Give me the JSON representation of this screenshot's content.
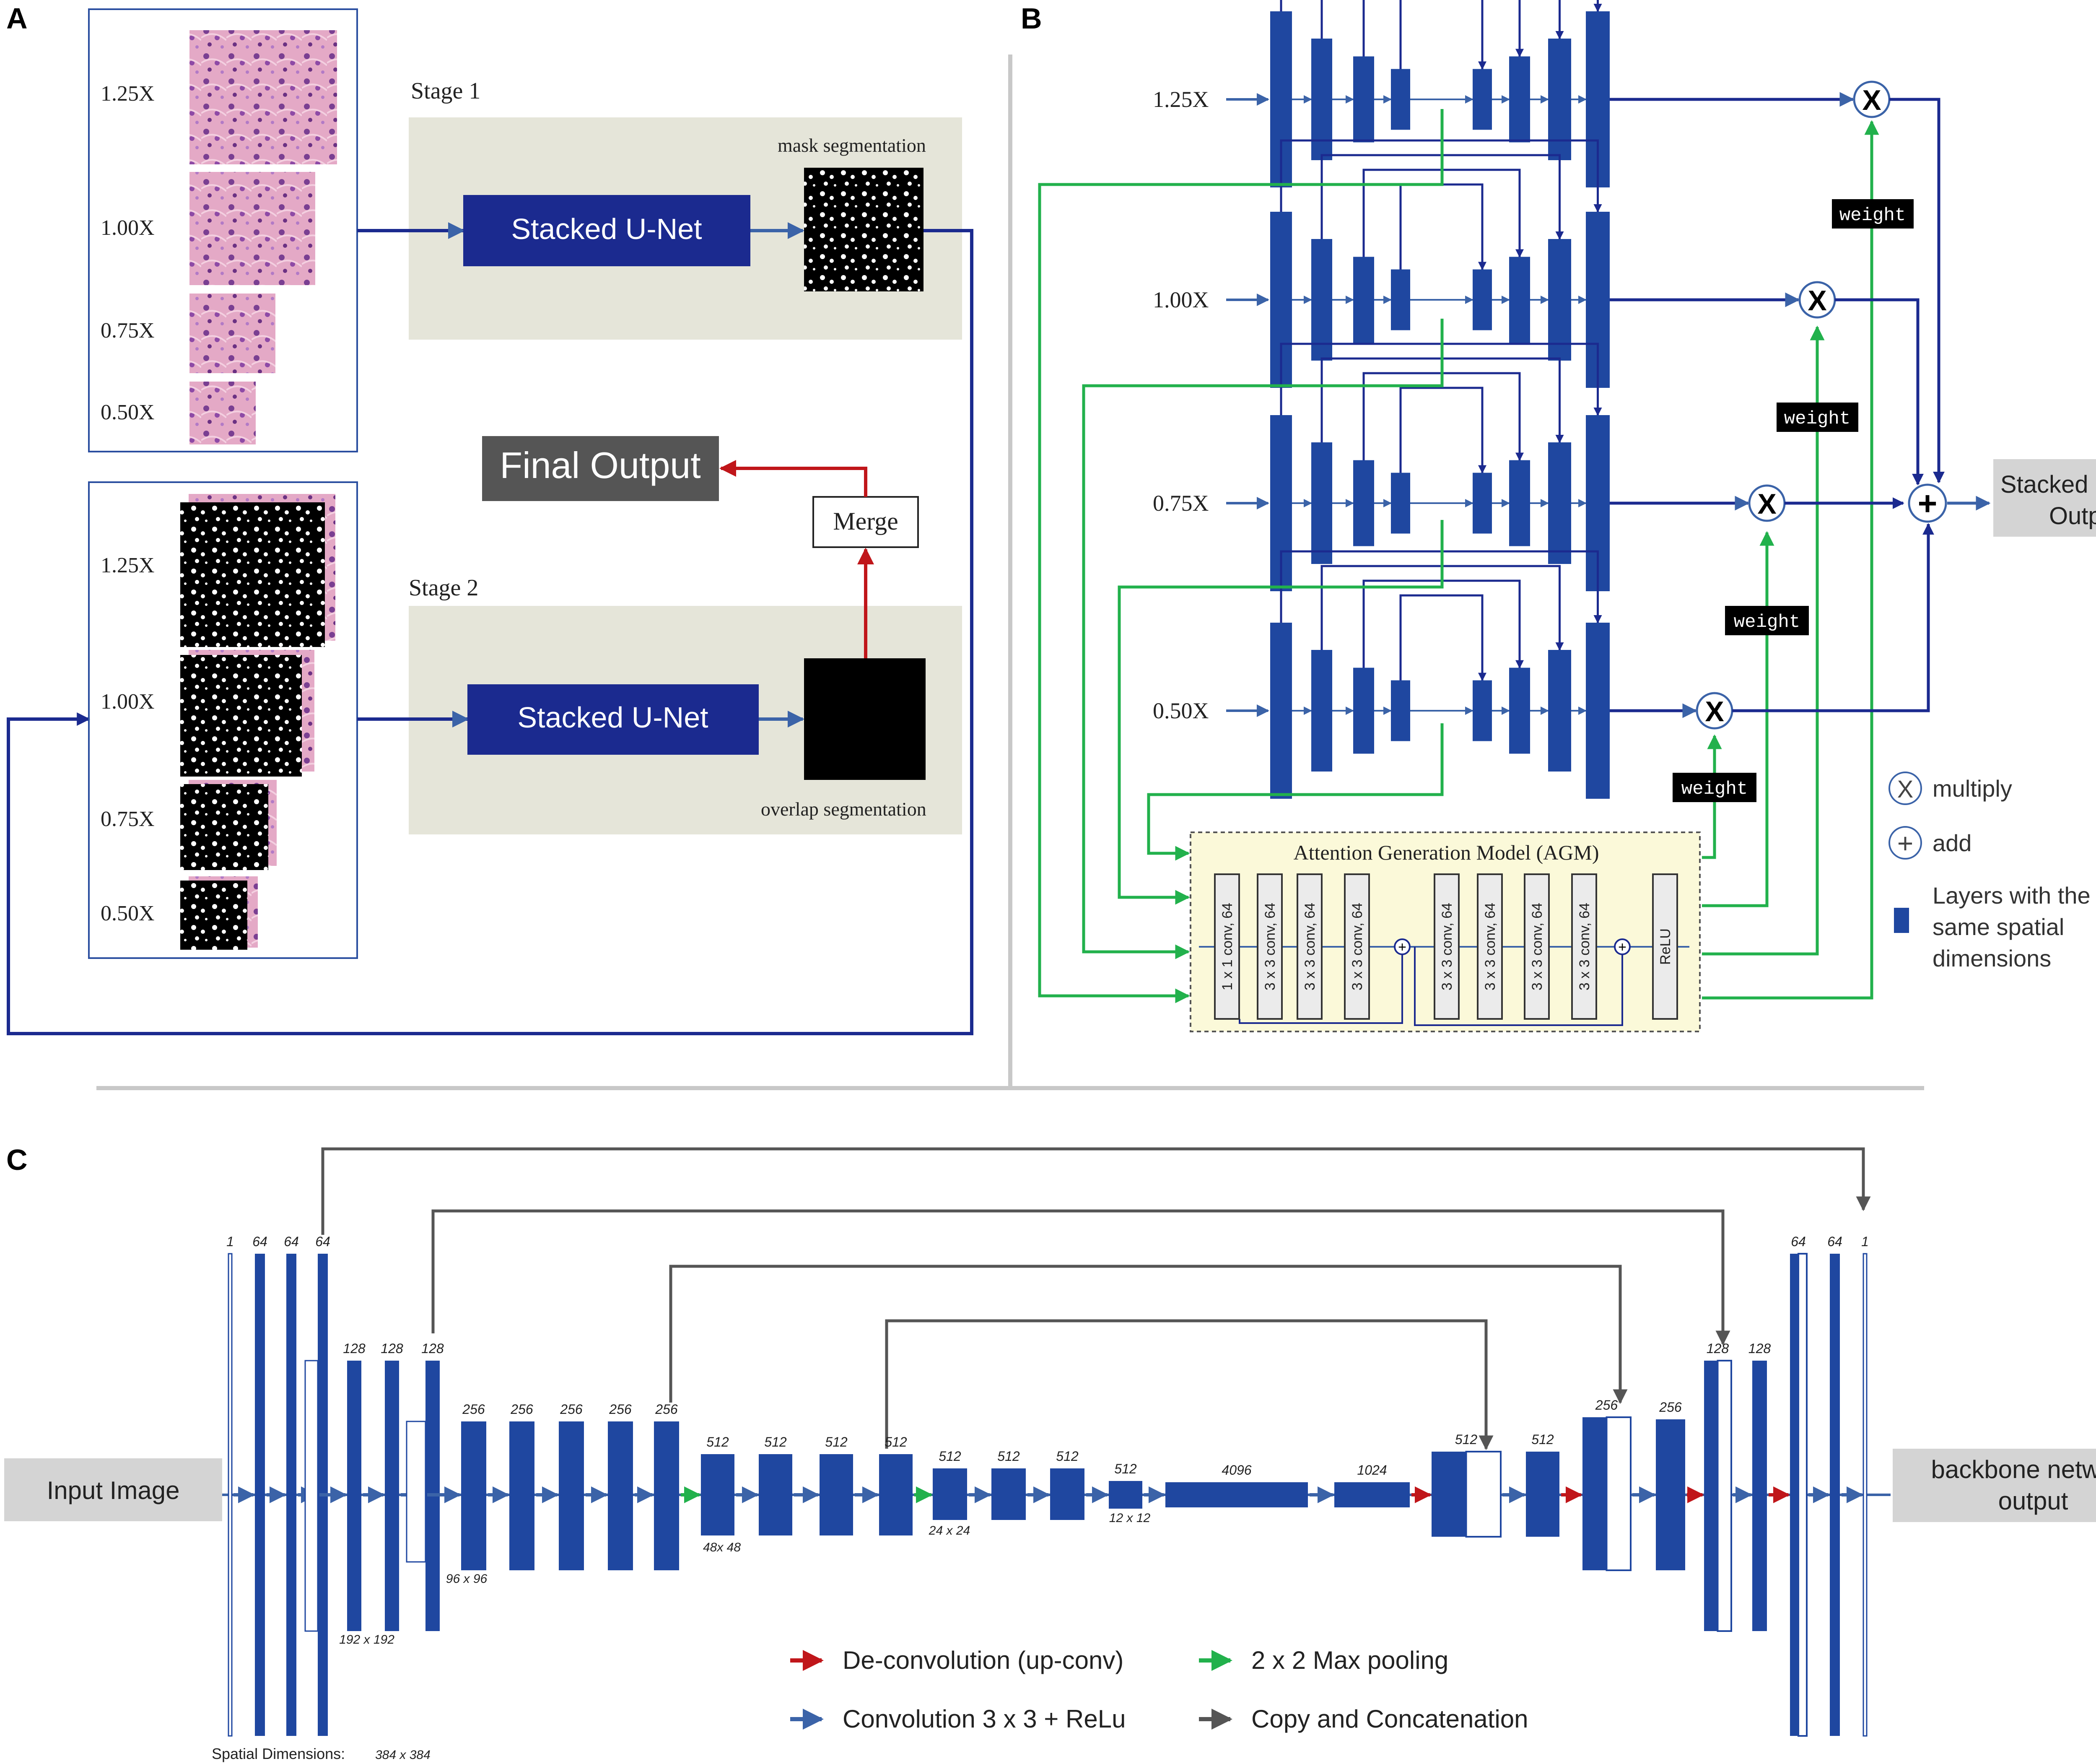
{
  "panels": {
    "a": "A",
    "b": "B",
    "c": "C"
  },
  "colors": {
    "navy": "#1b2a8f",
    "block_blue": "#1f47a0",
    "arrow_blue": "#3b63a8",
    "green": "#22b14c",
    "red": "#c0161a",
    "gray_arrow": "#555555",
    "stage_bg": "#e5e5d9",
    "agm_bg": "#fbf9d9",
    "output_box": "#d4d4d4",
    "final_output_box": "#555555",
    "divider": "#c8c8c8"
  },
  "panel_a": {
    "stage1_label": "Stage 1",
    "stage2_label": "Stage 2",
    "stacked_unet_1": "Stacked U-Net",
    "stacked_unet_2": "Stacked U-Net",
    "mask_seg_label": "mask segmentation",
    "overlap_seg_label": "overlap segmentation",
    "final_output_label": "Final Output",
    "merge_label": "Merge",
    "scales_top": [
      "1.25X",
      "1.00X",
      "0.75X",
      "0.50X"
    ],
    "scales_bottom": [
      "1.25X",
      "1.00X",
      "0.75X",
      "0.50X"
    ]
  },
  "panel_b": {
    "scales": [
      "1.25X",
      "1.00X",
      "0.75X",
      "0.50X"
    ],
    "weight_label": "weight",
    "multiply_symbol": "X",
    "add_symbol": "+",
    "agm_title": "Attention Generation Model (AGM)",
    "agm_layers": [
      "1 x 1 conv, 64",
      "3 x 3 conv, 64",
      "3 x 3 conv, 64",
      "3 x 3 conv, 64",
      "3 x 3 conv, 64",
      "3 x 3 conv, 64",
      "3 x 3 conv, 64",
      "3 x 3 conv, 64",
      "ReLU"
    ],
    "output_label_line1": "Stacked U-Nets",
    "output_label_line2": "Output",
    "legend": {
      "multiply": "multiply",
      "add": "add",
      "layers_line1": "Layers with the",
      "layers_line2": "same spatial",
      "layers_line3": "dimensions"
    }
  },
  "panel_c": {
    "input_label": "Input Image",
    "output_label_line1": "backbone network",
    "output_label_line2": "output",
    "channel_labels": {
      "enc_64": [
        "1",
        "64",
        "64",
        "64"
      ],
      "enc_128": [
        "128",
        "128",
        "128"
      ],
      "enc_256": [
        "256",
        "256",
        "256",
        "256",
        "256"
      ],
      "enc_512a": [
        "512",
        "512",
        "512",
        "512"
      ],
      "enc_512b": [
        "512",
        "512",
        "512"
      ],
      "bottleneck": [
        "512",
        "4096",
        "1024"
      ],
      "dec": [
        "512",
        "512",
        "256",
        "256",
        "128",
        "128",
        "64",
        "64",
        "1"
      ]
    },
    "spatial_prefix": "Spatial Dimensions:",
    "spatial_labels": [
      "384 x 384",
      "192 x 192",
      "96 x 96",
      "48x 48",
      "24 x 24",
      "12 x 12"
    ],
    "legend": {
      "deconv": "De-convolution (up-conv)",
      "maxpool": "2 x 2 Max pooling",
      "conv": "Convolution 3 x 3 + ReLu",
      "copy": "Copy and Concatenation"
    }
  }
}
